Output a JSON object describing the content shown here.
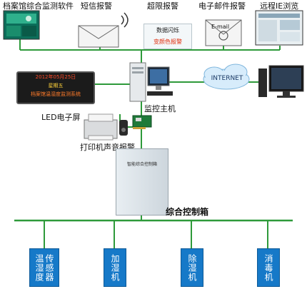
{
  "top_labels": {
    "software": "档案馆综合监测软件",
    "sms": "短信报警",
    "overlimit": "超限报警",
    "email": "电子邮件报警",
    "remote": "远程IE浏览"
  },
  "alarm_note": {
    "line1": "数据闪烁",
    "line2": "变颜色报警"
  },
  "email_envelope": "E-mail",
  "internet": "INTERNET",
  "led_screen": {
    "line1": "2012年05月25日",
    "line2": "星期五",
    "line3": "档案馆温湿度监测系统",
    "label": "LED电子屏"
  },
  "host_label": "监控主机",
  "printer_label": "打印机声音报警",
  "cabinet": {
    "plate": "智能综合控制箱",
    "label": "综合控制箱"
  },
  "devices": [
    {
      "label_col1": "温湿度",
      "label_col2": "传感器"
    },
    {
      "label": "加湿机"
    },
    {
      "label": "除湿机"
    },
    {
      "label": "消毒机"
    }
  ],
  "colors": {
    "bus_line": "#2e9a3a",
    "device_blue": "#1679c8",
    "alarm_red": "#e03010"
  }
}
